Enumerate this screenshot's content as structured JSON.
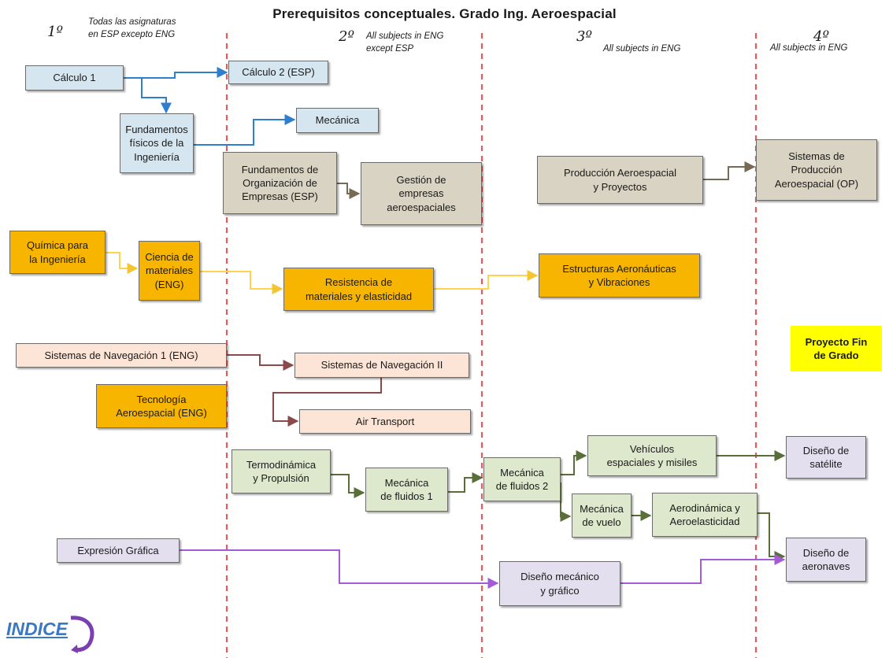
{
  "header": {
    "title": "Prerequisitos conceptuales. Grado Ing. Aeroespacial"
  },
  "years": {
    "y1": {
      "label": "1º",
      "note": "Todas las asignaturas\nen ESP excepto ENG"
    },
    "y2": {
      "label": "2º",
      "note": "All subjects in ENG\nexcept ESP"
    },
    "y3": {
      "label": "3º",
      "note": "All subjects in ENG"
    },
    "y4": {
      "label": "4º",
      "note": "All subjects in ENG"
    }
  },
  "colors": {
    "blue_box": "#d6e6f0",
    "blue_line": "#2f7fcf",
    "tan_box": "#d9d3c3",
    "tan_line": "#766b55",
    "orange_box": "#f7b500",
    "orange_line": "#ffd34d",
    "peach_box": "#fce4d6",
    "brown_line": "#8a4a4a",
    "green_box": "#dde8cc",
    "green_line": "#5a6e3a",
    "lavender_box": "#e4dfee",
    "purple_line": "#a35bd6",
    "yellow_box": "#ffff00",
    "year_divider": "#e65a5a"
  },
  "subjects": {
    "calculo1": "Cálculo 1",
    "calculo2": "Cálculo 2 (ESP)",
    "fundamentos_fisicos": "Fundamentos\nfísicos de la\nIngeniería",
    "mecanica": "Mecánica",
    "fund_org": "Fundamentos de\nOrganización de\nEmpresas (ESP)",
    "gestion": "Gestión de\nempresas\naeroespaciales",
    "produccion": "Producción Aeroespacial\ny Proyectos",
    "sistemas_prod": "Sistemas de\nProducción\nAeroespacial (OP)",
    "quimica": "Química para\nla Ingeniería",
    "ciencia_mat": "Ciencia de\nmateriales\n(ENG)",
    "resistencia": "Resistencia de\nmateriales y elasticidad",
    "estructuras": "Estructuras Aeronáuticas\ny Vibraciones",
    "proyecto_fin": "Proyecto Fin\nde Grado",
    "nav1": "Sistemas de Navegación 1 (ENG)",
    "nav2": "Sistemas de Navegación II",
    "tecnologia": "Tecnología\nAeroespacial (ENG)",
    "air_transport": "Air Transport",
    "termodinamica": "Termodinámica\ny Propulsión",
    "fluidos1": "Mecánica\nde fluidos 1",
    "fluidos2": "Mecánica\nde fluidos 2",
    "vehiculos": "Vehículos\nespaciales y misiles",
    "satelite": "Diseño de\nsatélite",
    "vuelo": "Mecánica\nde vuelo",
    "aerodinamica": "Aerodinámica y\nAeroelasticidad",
    "expresion": "Expresión Gráfica",
    "diseno_mec": "Diseño mecánico\ny gráfico",
    "aeronaves": "Diseño de\naeronaves"
  },
  "nav": {
    "index_link": "INDICE"
  }
}
